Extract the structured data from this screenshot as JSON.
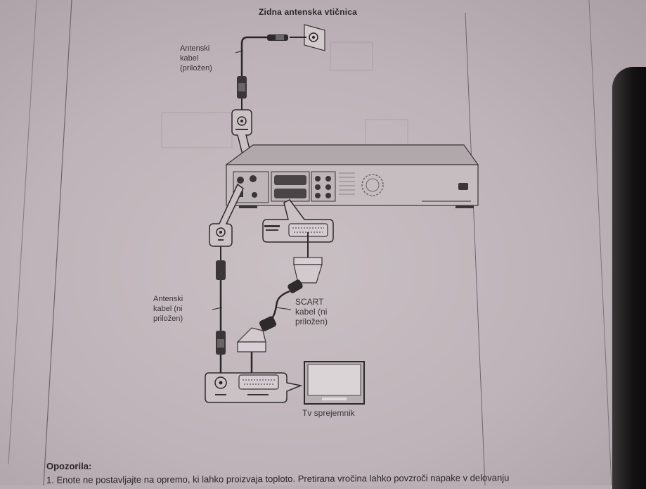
{
  "document": {
    "title": "Zidna antenska vtičnica",
    "labels": {
      "supplied_antenna_cable": [
        "Antenski",
        "kabel",
        "(priložen)"
      ],
      "antenna_cable_not_supplied": [
        "Antenski",
        "kabel (ni",
        "priložen)"
      ],
      "scart_cable_not_supplied": [
        "SCART",
        "kabel (ni",
        "priložen)"
      ],
      "tv_receiver": "Tv sprejemnik"
    },
    "warnings": {
      "heading": "Opozorila:",
      "items": [
        "1.  Enote ne postavljajte na opremo, ki lahko proizvaja toploto. Pretirana vročina lahko povzroči napake v delovanju"
      ]
    }
  },
  "diagram": {
    "components": [
      {
        "id": "wall-antenna-socket",
        "name": "Wall antenna socket"
      },
      {
        "id": "recorder",
        "name": "Recorder rear panel"
      },
      {
        "id": "antenna-in-port",
        "name": "Antenna in"
      },
      {
        "id": "tv-out-port",
        "name": "TV out"
      },
      {
        "id": "scart-out-port",
        "name": "SCART out"
      },
      {
        "id": "tv-rf-in-port",
        "name": "RF in"
      },
      {
        "id": "tv-scart-in-port",
        "name": "SCART in"
      },
      {
        "id": "tv-set",
        "name": "TV set"
      }
    ]
  }
}
